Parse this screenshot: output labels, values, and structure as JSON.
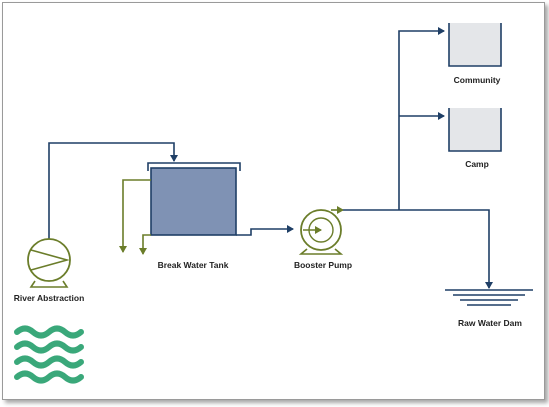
{
  "labels": {
    "river_abstraction": "River Abstraction",
    "break_water_tank": "Break Water Tank",
    "booster_pump": "Booster Pump",
    "community": "Community",
    "camp": "Camp",
    "raw_water_dam": "Raw Water Dam"
  },
  "colors": {
    "pipe_blue": "#1f3f66",
    "pipe_green": "#6b7d2a",
    "tank_fill": "#7f92b4",
    "tank_stroke": "#1f3f66",
    "reservoir_fill": "#e4e6e9",
    "reservoir_stroke": "#1f3f66",
    "water_waves": "#3aa87a"
  },
  "icons": {
    "river_pump": "centrifugal-pump-icon",
    "booster_pump": "centrifugal-pump-icon",
    "river": "water-waves-icon",
    "dam": "dam-water-lines-icon"
  }
}
